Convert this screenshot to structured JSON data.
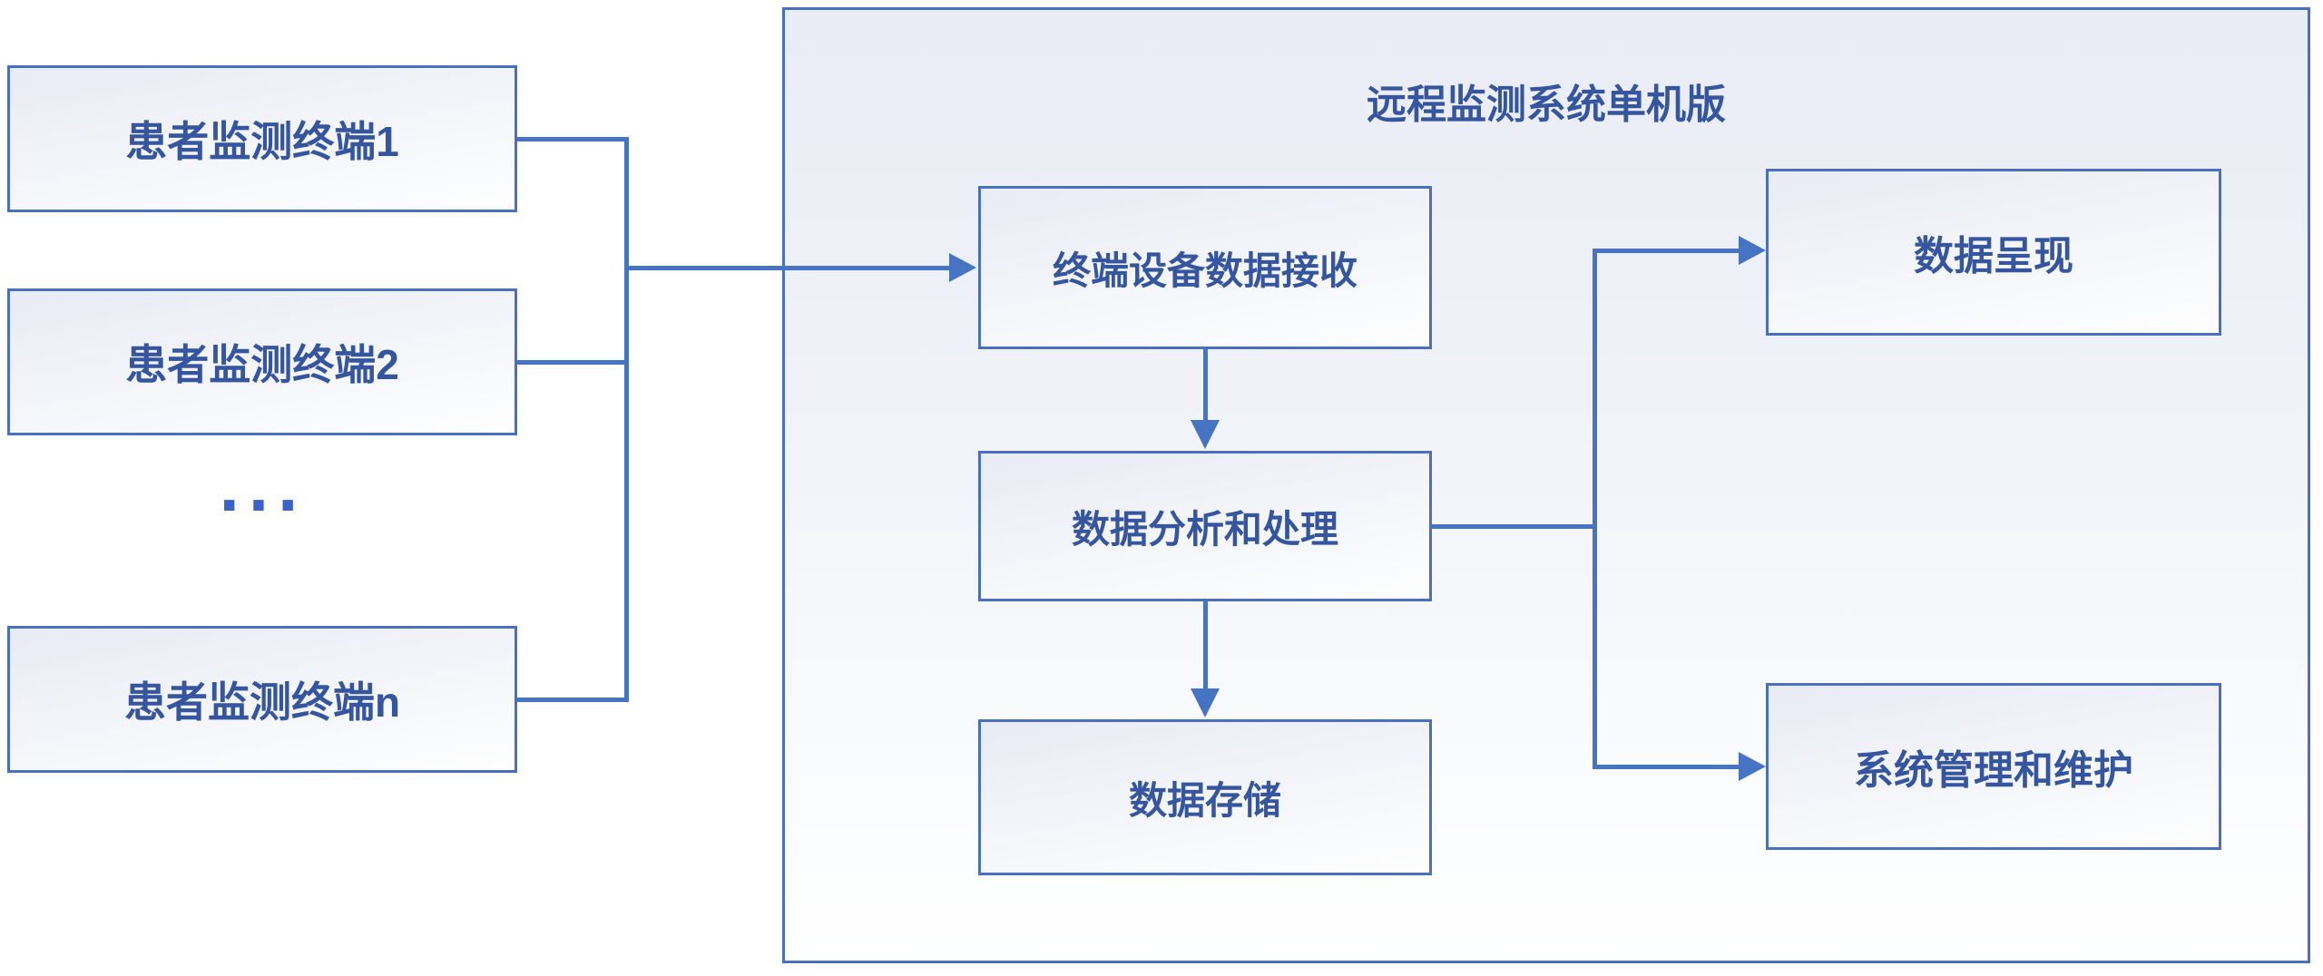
{
  "diagram": {
    "title": "远程监测系统单机版",
    "terminals": [
      {
        "label": "患者监测终端1"
      },
      {
        "label": "患者监测终端2"
      },
      {
        "label": "患者监测终端n"
      }
    ],
    "ellipsis": "...",
    "nodes": {
      "receive": "终端设备数据接收",
      "analyze": "数据分析和处理",
      "store": "数据存储",
      "present": "数据呈现",
      "maintain": "系统管理和维护"
    },
    "colors": {
      "line": "#4673c2",
      "border": "#4a6fbd",
      "text": "#35569e",
      "dots": "#3a62c8"
    }
  }
}
